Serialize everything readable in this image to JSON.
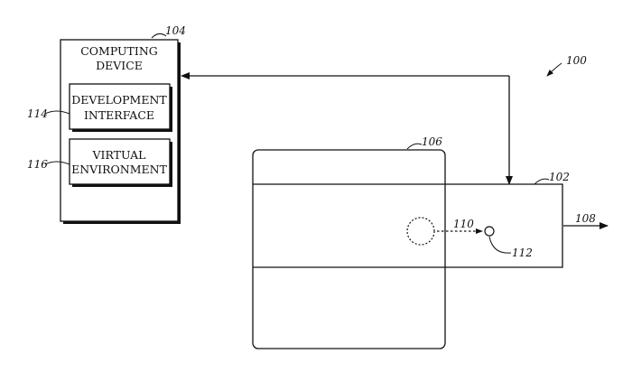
{
  "figure_ref": "100",
  "computing_device": {
    "ref": "104",
    "label_line1": "COMPUTING",
    "label_line2": "DEVICE"
  },
  "development_interface": {
    "ref": "114",
    "label_line1": "DEVELOPMENT",
    "label_line2": "INTERFACE"
  },
  "virtual_environment": {
    "ref": "116",
    "label_line1": "VIRTUAL",
    "label_line2": "ENVIRONMENT"
  },
  "environment_box": {
    "ref": "106"
  },
  "band": {
    "ref": "102"
  },
  "output_arrow": {
    "ref": "108"
  },
  "dashed_path": {
    "ref": "110"
  },
  "target_point": {
    "ref": "112"
  }
}
